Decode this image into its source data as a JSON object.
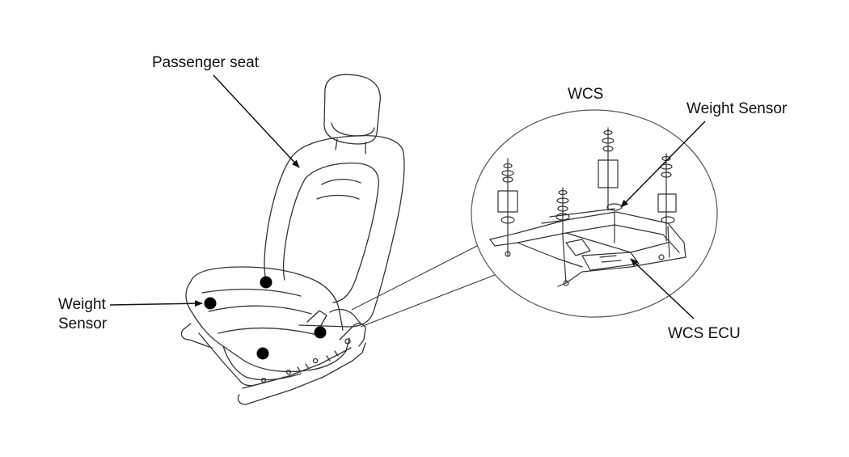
{
  "labels": {
    "passenger_seat": "Passenger seat",
    "weight_sensor_left_line1": "Weight",
    "weight_sensor_left_line2": "Sensor",
    "wcs": "WCS",
    "weight_sensor_right": "Weight Sensor",
    "wcs_ecu": "WCS ECU"
  }
}
